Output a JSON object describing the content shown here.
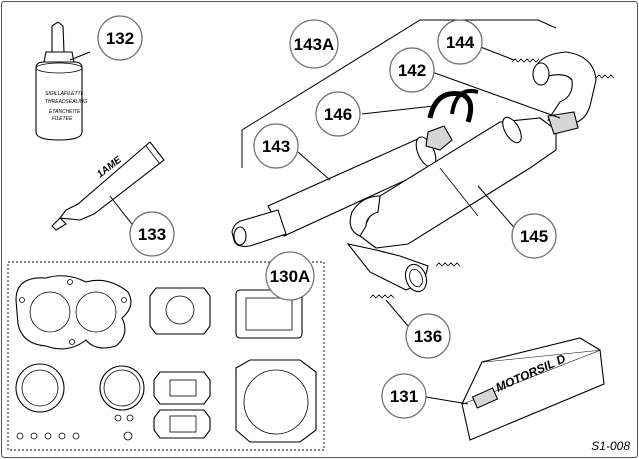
{
  "callouts": {
    "c131": "131",
    "c132": "132",
    "c133": "133",
    "c136": "136",
    "c142": "142",
    "c143": "143",
    "c143a": "143A",
    "c144": "144",
    "c145": "145",
    "c146": "146",
    "c130a": "130A"
  },
  "bottle_labels": {
    "line1": "SIGILLAFILETTI",
    "line2": "THREADSEALING",
    "line3": "ETANCHEITE",
    "line4": "FILETEE"
  },
  "tube_label": "1AME",
  "box_label": "MOTORSIL D",
  "figure_code": "S1-008"
}
